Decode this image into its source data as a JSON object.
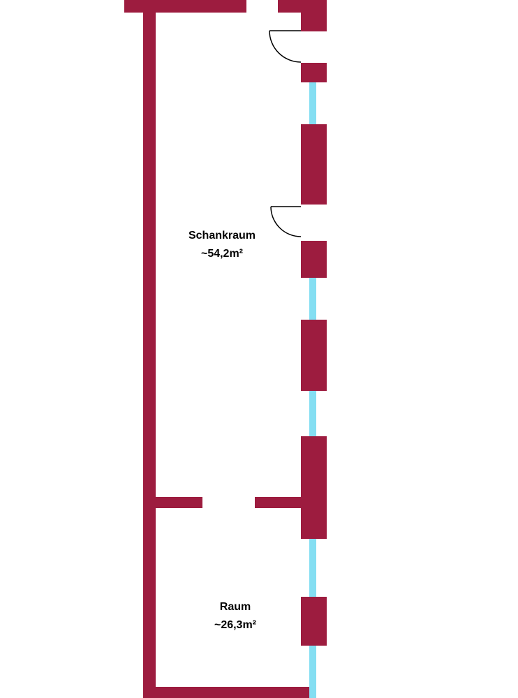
{
  "rooms": [
    {
      "name": "Schankraum",
      "area": "~54,2m²"
    },
    {
      "name": "Raum",
      "area": "~26,3m²"
    }
  ],
  "colors": {
    "wall": "#9d1c3f",
    "window": "#84def2",
    "door": "#000000",
    "background": "#ffffff"
  }
}
